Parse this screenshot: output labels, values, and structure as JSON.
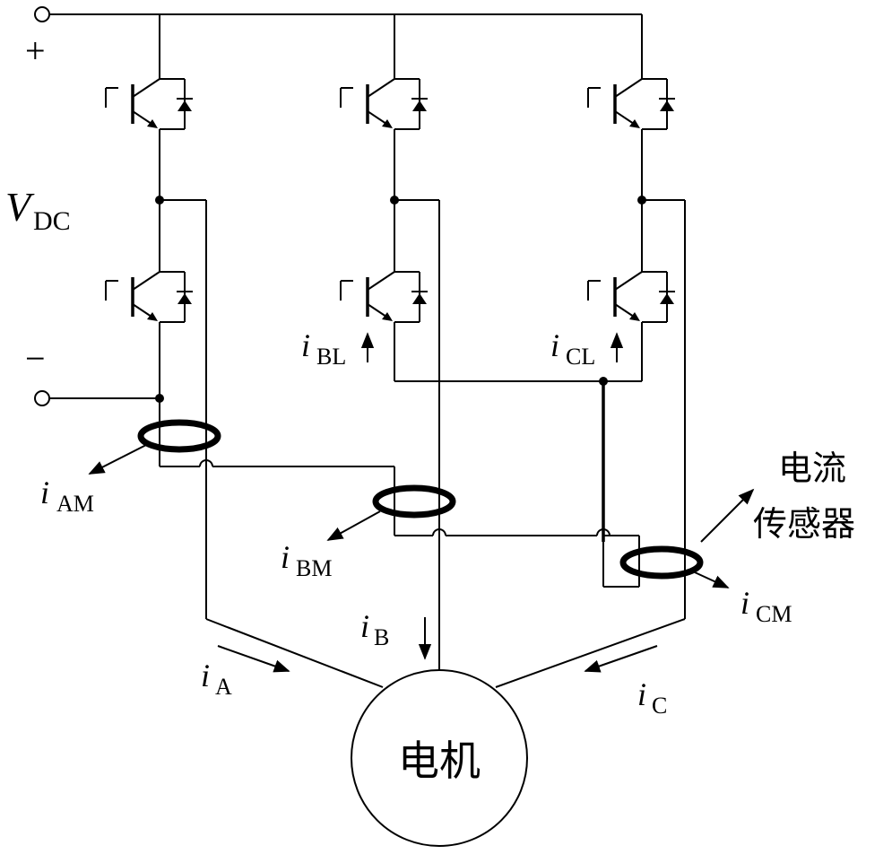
{
  "supply": {
    "plus_sign": "+",
    "minus_sign": "−",
    "voltage_symbol": "V",
    "voltage_subscript": "DC"
  },
  "current_labels": {
    "i_symbol": "i",
    "AM": "AM",
    "BM": "BM",
    "CM": "CM",
    "BL": "BL",
    "CL": "CL",
    "A": "A",
    "B": "B",
    "C": "C"
  },
  "sensor_label": {
    "line1": "电流",
    "line2": "传感器"
  },
  "motor_label": "电机"
}
